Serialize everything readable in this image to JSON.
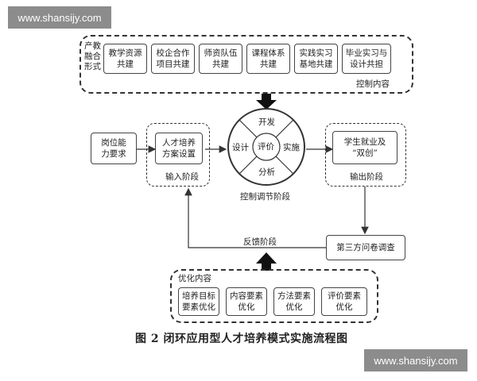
{
  "watermarks": {
    "top": "www.shansijy.com",
    "bottom": "www.shansijy.com"
  },
  "top_group": {
    "side_label": "产教\n融合\n形式",
    "items": [
      "教学资源\n共建",
      "校企合作\n项目共建",
      "师资队伍\n共建",
      "课程体系\n共建",
      "实践实习\n基地共建",
      "毕业实习与\n设计共担"
    ],
    "footer": "控制内容"
  },
  "input": {
    "source": "岗位能\n力要求",
    "box": "人才培养\n方案设置",
    "stage": "输入阶段"
  },
  "cycle": {
    "top": "开发",
    "left": "设计",
    "right": "实施",
    "bottom": "分析",
    "center": "评价",
    "stage": "控制调节阶段"
  },
  "output": {
    "box": "学生就业及\n“双创”",
    "stage": "输出阶段"
  },
  "feedback": {
    "survey": "第三方问卷调查",
    "stage": "反馈阶段"
  },
  "optimize": {
    "title": "优化内容",
    "items": [
      "培养目标\n要素优化",
      "内容要素\n优化",
      "方法要素\n优化",
      "评价要素\n优化"
    ]
  },
  "caption": "图 2  闭环应用型人才培养模式实施流程图"
}
